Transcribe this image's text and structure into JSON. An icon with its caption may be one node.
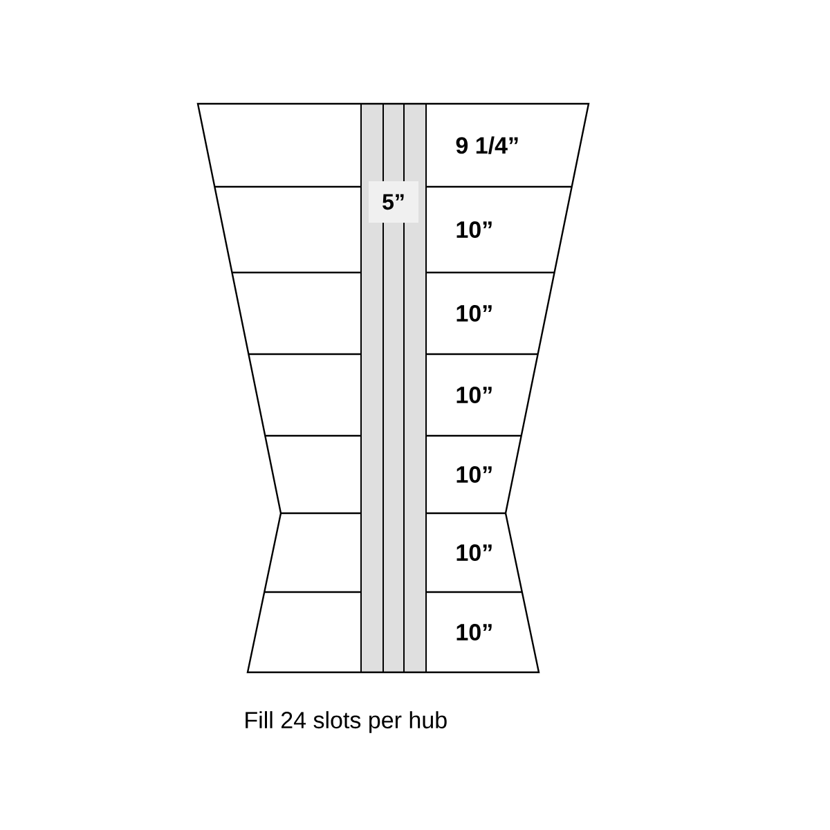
{
  "diagram": {
    "caption": "Fill 24 slots per hub",
    "labels": [
      "9 1/4”",
      "5”",
      "10”",
      "10”",
      "10”",
      "10”",
      "10”",
      "10”"
    ]
  }
}
